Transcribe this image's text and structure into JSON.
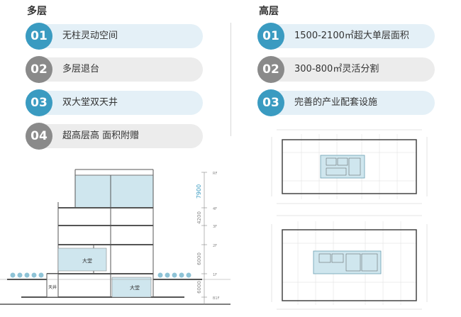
{
  "left": {
    "heading": "多层",
    "items": [
      {
        "num": "01",
        "text": "无柱灵动空间"
      },
      {
        "num": "02",
        "text": "多层退台"
      },
      {
        "num": "03",
        "text": "双大堂双天井"
      },
      {
        "num": "04",
        "text": "超高层高 面积附赠"
      }
    ]
  },
  "right": {
    "heading": "高层",
    "items": [
      {
        "num": "01",
        "text": "1500-2100㎡超大单层面积"
      },
      {
        "num": "02",
        "text": "300-800㎡灵活分割"
      },
      {
        "num": "03",
        "text": "完善的产业配套设施"
      }
    ]
  },
  "section": {
    "lobby_upper": "大堂",
    "lobby_lower": "大堂",
    "atrium": "天井",
    "dims": [
      "7900",
      "4200",
      "6000",
      "6000"
    ],
    "floors": [
      "RF",
      "4F",
      "3F",
      "2F",
      "1F",
      "B1F"
    ]
  },
  "colors": {
    "blue": "#3a9bc1",
    "blue_light": "#e4f0f7",
    "gray": "#8a8a8a",
    "gray_light": "#ececec",
    "glass": "#cfe6ee",
    "dim_blue": "#3a9bc1"
  }
}
